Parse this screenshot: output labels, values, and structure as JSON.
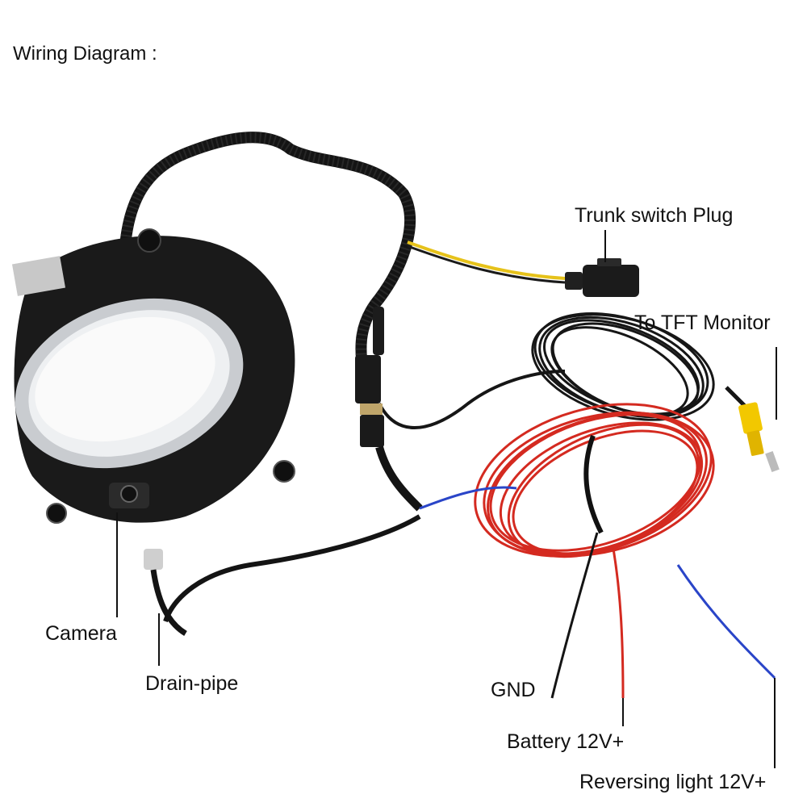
{
  "title": "Wiring Diagram :",
  "labels": {
    "trunk_switch": "Trunk switch Plug",
    "tft_monitor": "To TFT Monitor",
    "camera": "Camera",
    "drain_pipe": "Drain-pipe",
    "gnd": "GND",
    "battery": "Battery 12V+",
    "reversing": "Reversing light 12V+"
  },
  "colors": {
    "cable_black": "#141414",
    "wire_red": "#d42a20",
    "wire_yellow": "#e6c21a",
    "wire_blue": "#2a45c8",
    "rca_yellow": "#f2c800",
    "chrome": "#c9ccd0",
    "housing": "#1a1a1a"
  }
}
